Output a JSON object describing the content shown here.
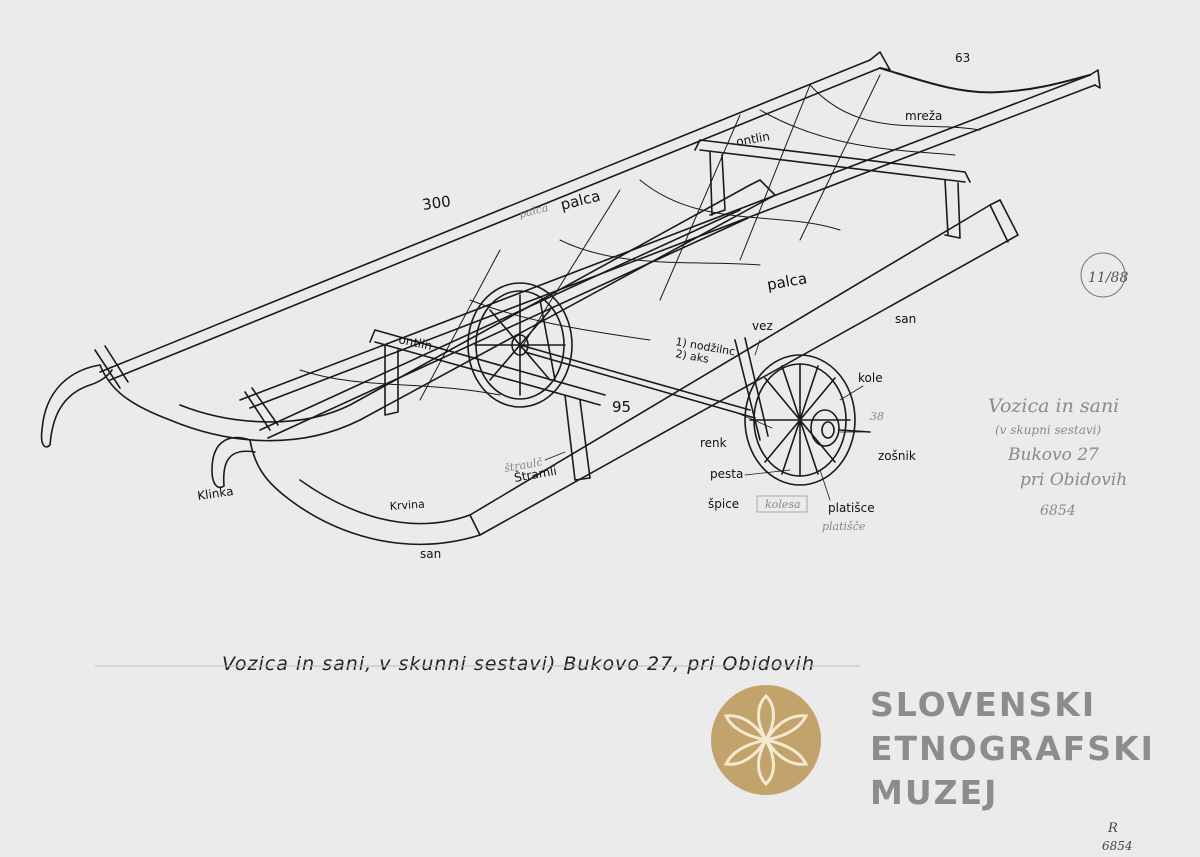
{
  "labels": {
    "num_63": "63",
    "mreza": "mreža",
    "ontlin_top": "ontlin",
    "palca_pencil": "palca",
    "palca_top": "palca",
    "num_300": "300",
    "palca_mid": "palca",
    "ontlin_left": "ontlin",
    "nodzilnc_1": "1) nodžilnc",
    "aks_2": "2) aks",
    "vez": "vez",
    "san_right": "san",
    "num_95": "95",
    "kole": "kole",
    "num_38": "38",
    "renk": "renk",
    "zosnik": "zošnik",
    "pesta": "pesta",
    "strauli_pencil": "štraulč",
    "stramli": "Štramli",
    "spice": "špice",
    "kolesa_box": "kolesa",
    "platisce": "platišce",
    "platisce_pencil": "platišče",
    "klinka": "Klinka",
    "krvina": "Krvina",
    "san_bottom": "san"
  },
  "side_note": {
    "stamp": "11/88",
    "line1": "Vozica in sani",
    "line2": "(v skupni sestavi)",
    "line3": "Bukovo 27",
    "line4": "pri Obidovih",
    "line5": "6854"
  },
  "caption": "Vozica in sani, v skunni sestavi) Bukovo 27, pri Obidovih",
  "logo": {
    "line1": "SLOVENSKI",
    "line2": "ETNOGRAFSKI",
    "line3": "MUZEJ",
    "color": "#c2a36b"
  },
  "corner_note": {
    "line1": "R",
    "line2": "6854"
  }
}
